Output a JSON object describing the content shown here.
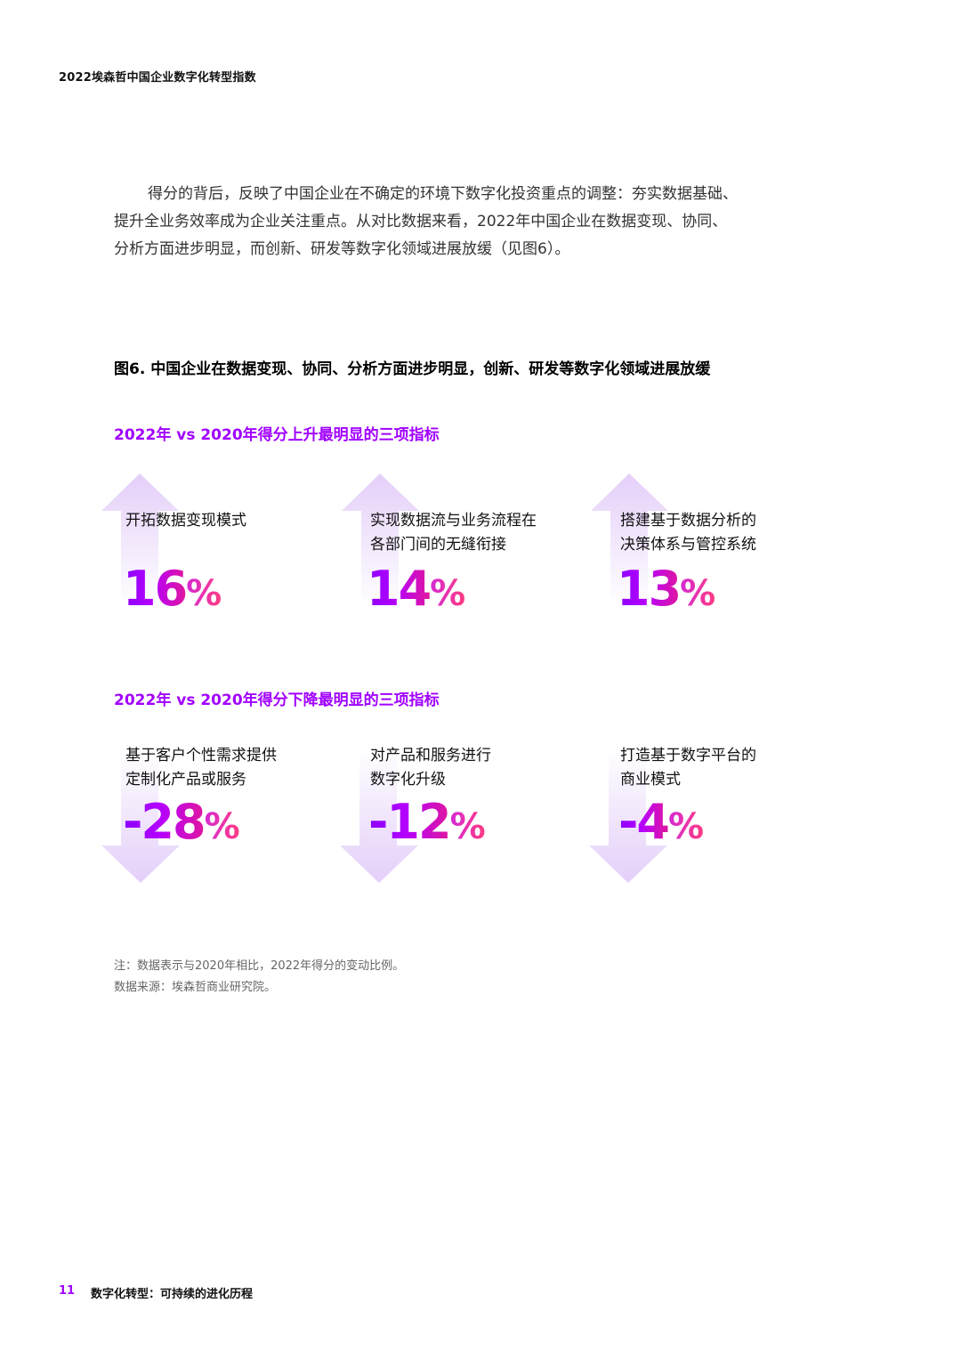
{
  "header": {
    "title": "2022埃森哲中国企业数字化转型指数"
  },
  "intro": {
    "lines": [
      "得分的背后，反映了中国企业在不确定的环境下数字化投资重点的调整：夯实数据基础、",
      "提升全业务效率成为企业关注重点。从对比数据来看，2022年中国企业在数据变现、协同、",
      "分析方面进步明显，而创新、研发等数字化领域进展放缓（见图6）。"
    ]
  },
  "figure": {
    "title": "图6. 中国企业在数据变现、协同、分析方面进步明显，创新、研发等数字化领域进展放缓"
  },
  "increase": {
    "title": "2022年 vs 2020年得分上升最明显的三项指标",
    "items": [
      {
        "line1": "开拓数据变现模式",
        "line2": "",
        "number": "16",
        "unit": "%"
      },
      {
        "line1": "实现数据流与业务流程在",
        "line2": "各部门间的无缝衔接",
        "number": "14",
        "unit": "%"
      },
      {
        "line1": "搭建基于数据分析的",
        "line2": "决策体系与管控系统",
        "number": "13",
        "unit": "%"
      }
    ]
  },
  "decrease": {
    "title": "2022年 vs 2020年得分下降最明显的三项指标",
    "items": [
      {
        "line1": "基于客户个性需求提供",
        "line2": "定制化产品或服务",
        "number": "-28",
        "unit": "%"
      },
      {
        "line1": "对产品和服务进行",
        "line2": "数字化升级",
        "number": "-12",
        "unit": "%"
      },
      {
        "line1": "打造基于数字平台的",
        "line2": "商业模式",
        "number": "-4",
        "unit": "%"
      }
    ]
  },
  "notes": {
    "note": "注：数据表示与2020年相比，2022年得分的变动比例。",
    "source": "数据来源：埃森哲商业研究院。"
  },
  "footer": {
    "page": "11",
    "section": "数字化转型：可持续的进化历程"
  },
  "colors": {
    "accent": "#a100ff",
    "arrow_light": "#f6eefe",
    "arrow_dark": "#e6d2fa",
    "pink": "#ff3c82"
  }
}
